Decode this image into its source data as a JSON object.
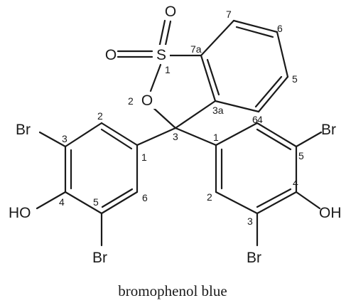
{
  "atoms": {
    "S": "S",
    "O_ring": "O",
    "O_sulfonyl_top": "O",
    "O_sulfonyl_left": "O",
    "Br_left_top": "Br",
    "Br_left_bottom": "Br",
    "HO_left": "HO",
    "Br_right_top": "Br",
    "Br_right_bottom": "Br",
    "OH_right": "OH"
  },
  "locants": {
    "sultone_S": "1",
    "sultone_O": "2",
    "sultone_C3": "3",
    "c3a": "3a",
    "c4": "4",
    "c5": "5",
    "c6": "6",
    "c7": "7",
    "c7a": "7a",
    "left_ring_1": "1",
    "left_ring_2": "2",
    "left_ring_3": "3",
    "left_ring_4": "4",
    "left_ring_5": "5",
    "left_ring_6": "6",
    "right_ring_1": "1",
    "right_ring_2": "2",
    "right_ring_3": "3",
    "right_ring_4": "4",
    "right_ring_5": "5",
    "right_ring_6": "6"
  },
  "caption": "bromophenol blue"
}
